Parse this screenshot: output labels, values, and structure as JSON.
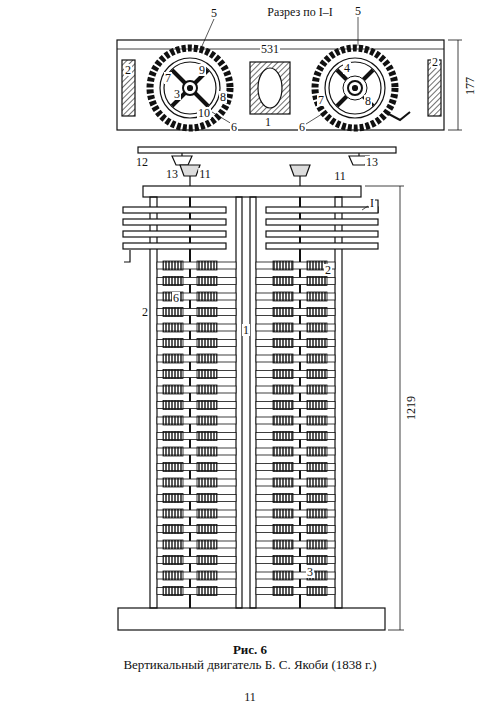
{
  "diagram": {
    "caption": "Вертикальный двигатель Б. С. Якоби (1838 г.)",
    "labels": [
      "Разрез по I–I",
      "5",
      "5",
      "531",
      "177",
      "2",
      "7",
      "9",
      "3",
      "10",
      "8",
      "1",
      "4",
      "7",
      "8",
      "2",
      "6",
      "6",
      "12",
      "13",
      "11",
      "13",
      "11",
      "I",
      "2",
      "2",
      "6",
      "1",
      "3",
      "1219",
      "Рис. 6",
      "11"
    ]
  }
}
